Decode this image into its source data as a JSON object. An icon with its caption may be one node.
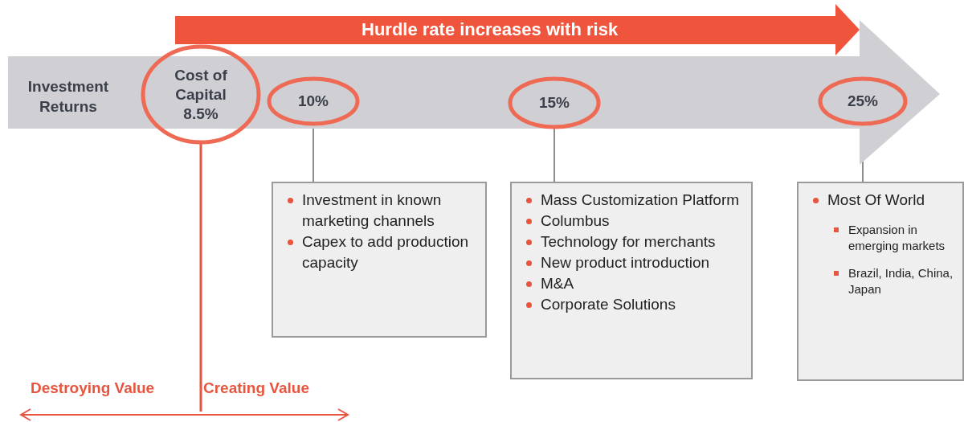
{
  "diagram": {
    "nodes": [
      {
        "text": [
          "Hurdle rate increases with risk"
        ]
      },
      {
        "text": [
          "Investment Returns"
        ]
      },
      {
        "text": [
          "Cost of Capital 8.5%"
        ],
        "in": 1
      },
      {
        "text": [
          "10%"
        ],
        "in": 1
      },
      {
        "text": [
          "15%"
        ],
        "in": 1
      },
      {
        "text": [
          "25%"
        ],
        "in": 1
      },
      {
        "text": [
          "Investment in known marketing channels",
          "Capex to add production capacity"
        ]
      },
      {
        "text": [
          "Mass Customization Platform",
          "Columbus",
          "Technology for merchants",
          "New product introduction",
          "M&A",
          "Corporate Solutions"
        ]
      },
      {
        "text": [
          "Most Of World",
          "Expansion in emerging markets",
          "Brazil, India, China, Japan"
        ]
      }
    ],
    "edges": [
      {
        "from": 3,
        "to": 6,
        "arrow": "none"
      },
      {
        "from": 4,
        "to": 7,
        "arrow": "none"
      },
      {
        "from": 5,
        "to": 8,
        "arrow": "none"
      },
      {
        "from": 2,
        "to": null,
        "arrow": "none",
        "color": "#e8553e"
      }
    ],
    "labels": [
      "Destroying Value",
      "Creating Value"
    ]
  }
}
